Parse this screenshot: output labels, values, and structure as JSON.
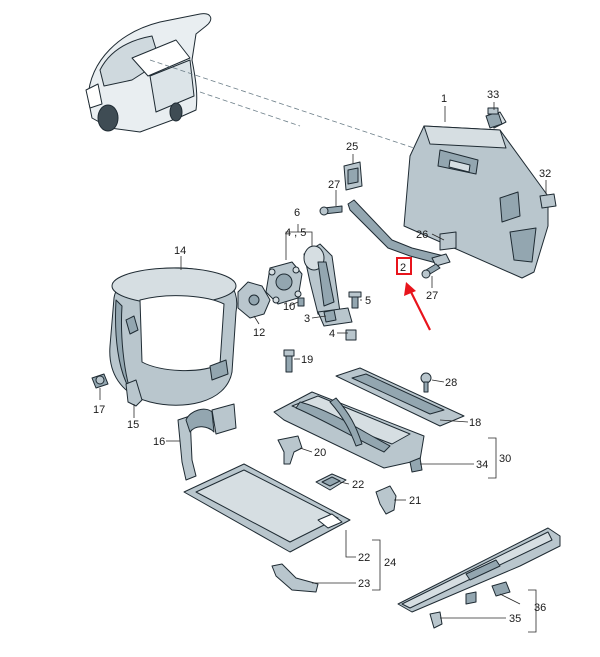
{
  "diagram": {
    "colors": {
      "part_fill": "#b9c6cd",
      "part_shade": "#93a6b0",
      "outline": "#1f2b33",
      "highlight": "#e8141c"
    },
    "callouts": {
      "c1": "1",
      "c2": "2",
      "c3": "3",
      "c4": "4",
      "c45": "4 , 5",
      "c5": "5",
      "c6": "6",
      "c10": "10",
      "c12": "12",
      "c14": "14",
      "c15": "15",
      "c16": "16",
      "c17": "17",
      "c18": "18",
      "c19": "19",
      "c20": "20",
      "c21": "21",
      "c22a": "22",
      "c22b": "22",
      "c23": "23",
      "c24": "24",
      "c25": "25",
      "c26": "26",
      "c27a": "27",
      "c27b": "27",
      "c28": "28",
      "c30": "30",
      "c32": "32",
      "c33": "33",
      "c34": "34",
      "c35": "35",
      "c36": "36"
    },
    "highlighted_part": "2"
  }
}
